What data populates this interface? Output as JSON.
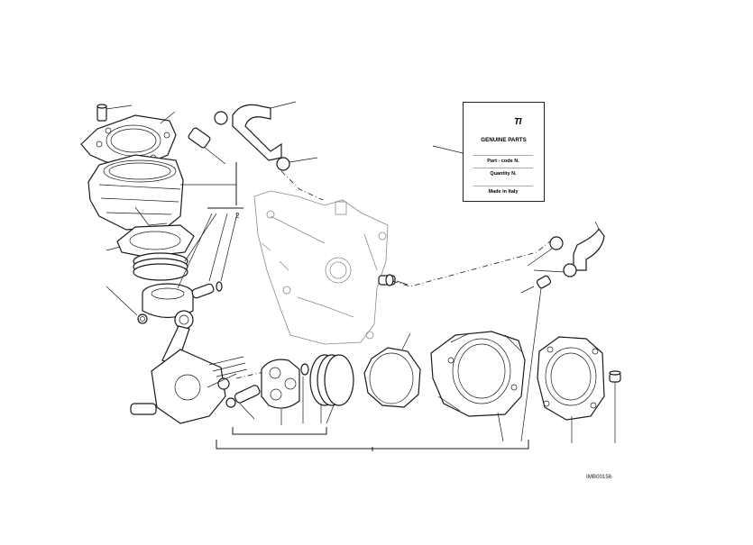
{
  "diagram": {
    "group_marker": "2",
    "reference_code": "IMB00156"
  },
  "label_card": {
    "brand": "TI",
    "title": "GENUINE PARTS",
    "rows": [
      "Part - code N.",
      "Quantity N.",
      "Made in Italy"
    ]
  },
  "colors": {
    "line": "#1a1a1a",
    "ghost": "#8a8a8a",
    "background": "#ffffff"
  }
}
